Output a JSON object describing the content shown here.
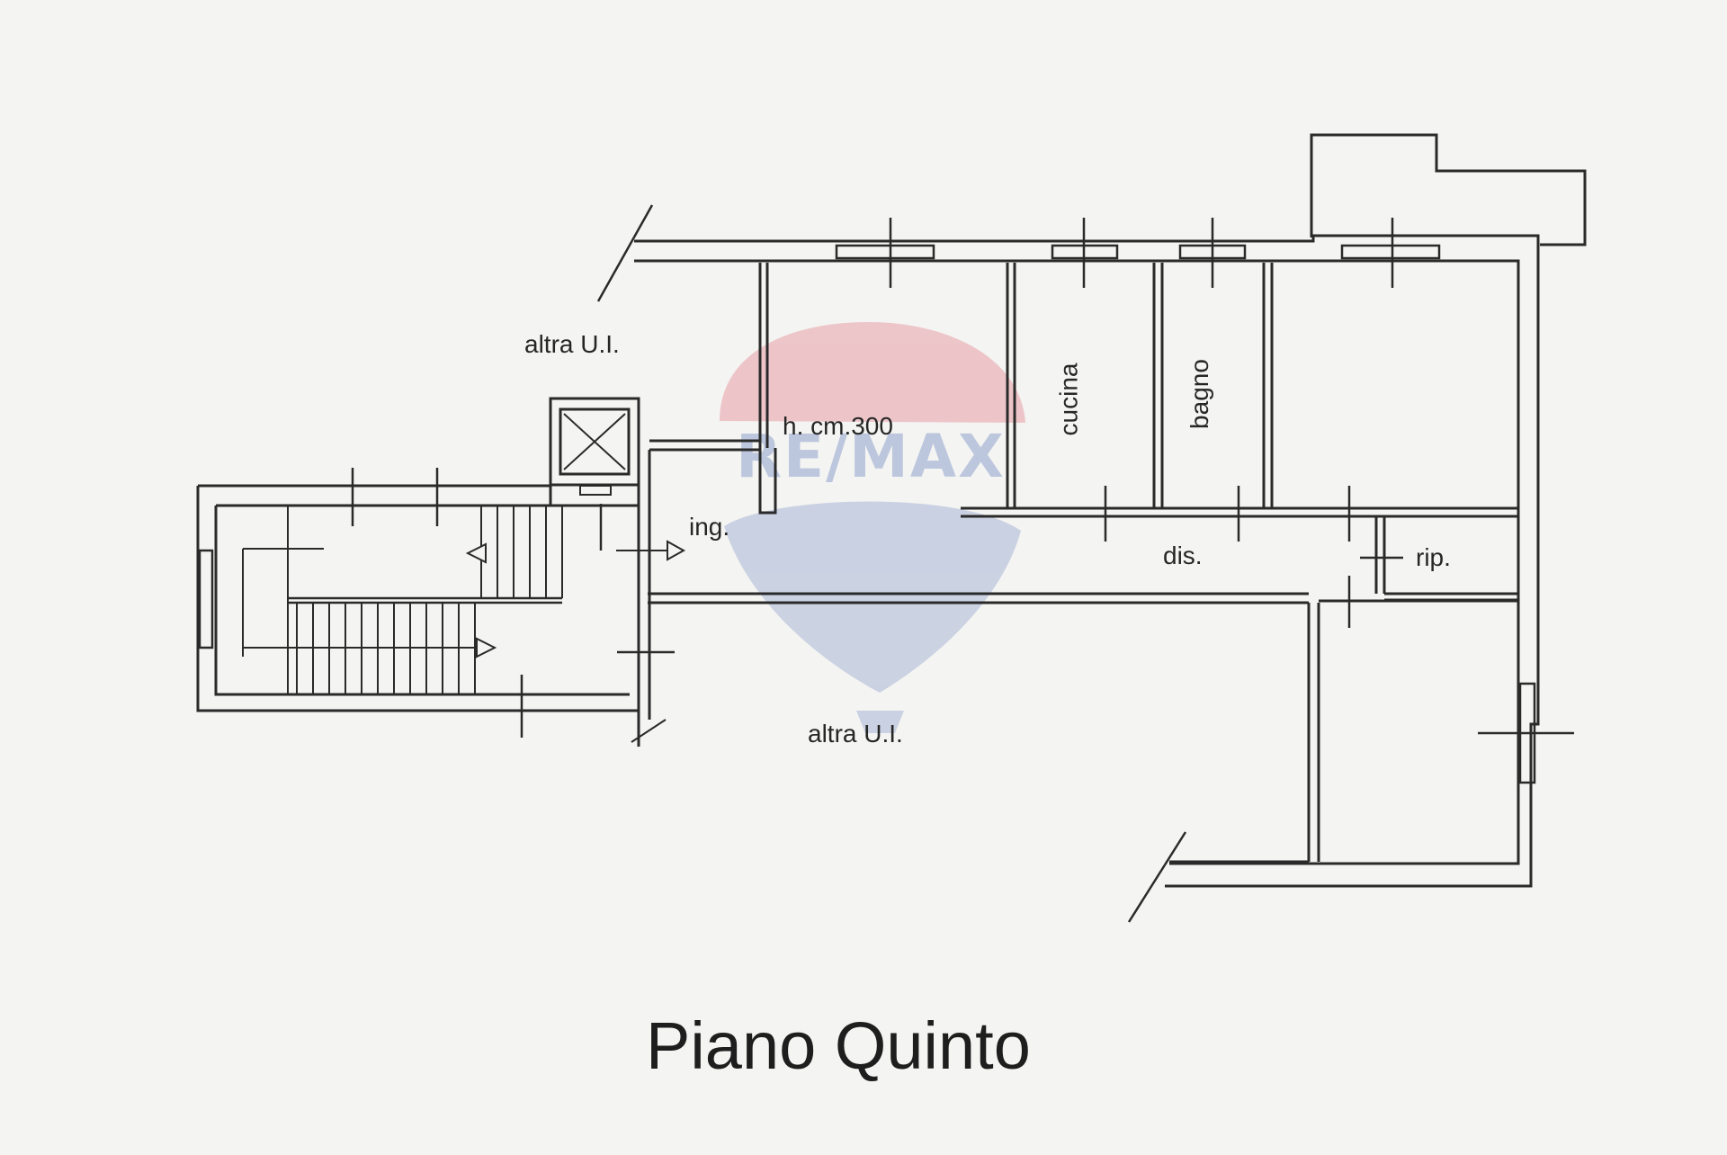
{
  "labels": {
    "other_unit_top": "altra U.I.",
    "other_unit_bottom": "altra U.I.",
    "ceiling_height": "h. cm.300",
    "kitchen": "cucina",
    "bathroom": "bagno",
    "entrance": "ing.",
    "hallway": "dis.",
    "storage": "rip."
  },
  "floor_title": "Piano Quinto",
  "watermark": {
    "brand": "RE/MAX",
    "colors": {
      "red": "#e8a0a8",
      "blue": "#a9b6d6"
    }
  },
  "colors": {
    "line": "#2a2a2a",
    "paper": "#f4f4f2"
  }
}
